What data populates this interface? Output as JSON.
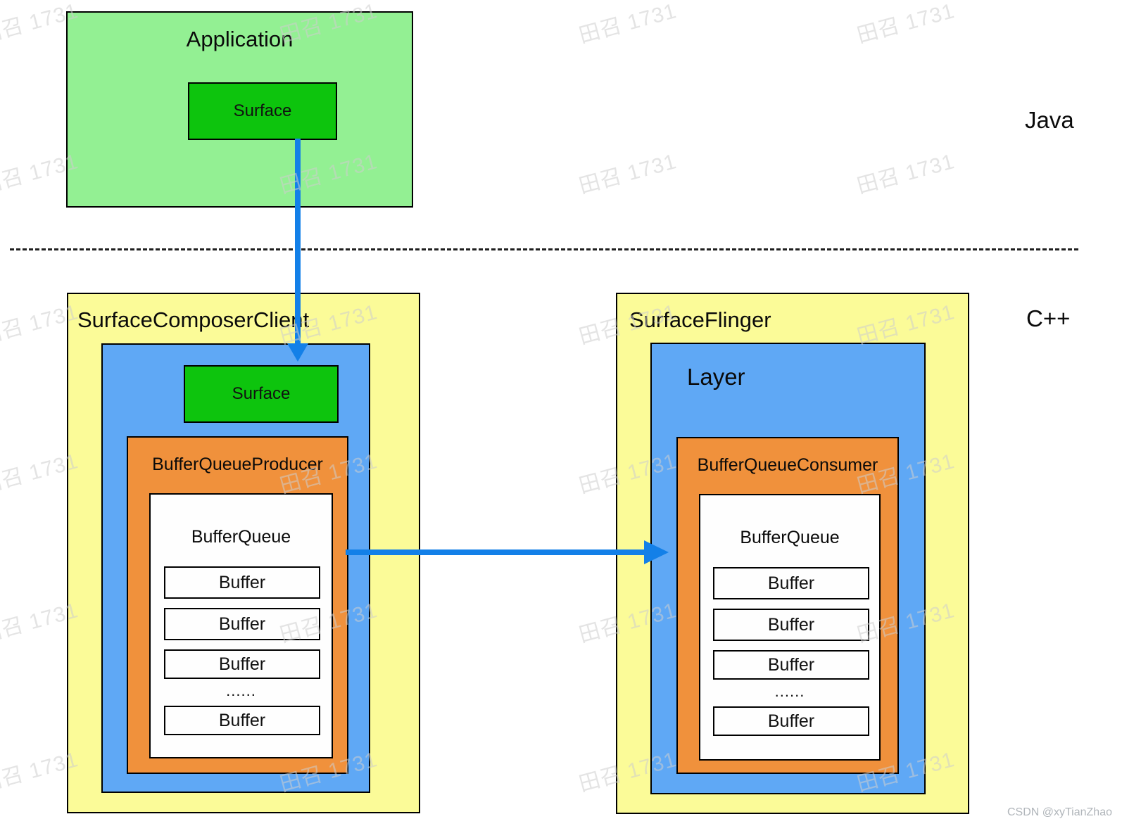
{
  "application": {
    "title": "Application",
    "surface_label": "Surface"
  },
  "layers": {
    "java": "Java",
    "cpp": "C++"
  },
  "scc": {
    "title": "SurfaceComposerClient",
    "surface_label": "Surface",
    "producer_label": "BufferQueueProducer",
    "bufferqueue_label": "BufferQueue",
    "buffers": [
      "Buffer",
      "Buffer",
      "Buffer",
      "Buffer"
    ],
    "dots": "......"
  },
  "sf": {
    "title": "SurfaceFlinger",
    "layer_label": "Layer",
    "consumer_label": "BufferQueueConsumer",
    "bufferqueue_label": "BufferQueue",
    "buffers": [
      "Buffer",
      "Buffer",
      "Buffer",
      "Buffer"
    ],
    "dots": "......"
  },
  "watermark": {
    "text": "田召 1731"
  },
  "credit": "CSDN @xyTianZhao",
  "colors": {
    "application_fill": "#93f093",
    "surface_fill": "#0dc40d",
    "process_fill": "#fbfb98",
    "inner_fill": "#5fa8f5",
    "queue_wrapper_fill": "#f0913c",
    "queue_fill": "#fefefe",
    "arrow": "#1380e8",
    "border": "#000000"
  }
}
